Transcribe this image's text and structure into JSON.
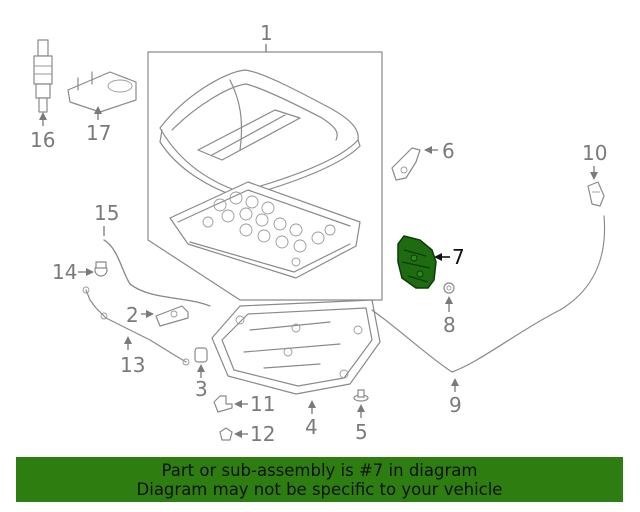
{
  "callouts": {
    "c1": "1",
    "c2": "2",
    "c3": "3",
    "c4": "4",
    "c5": "5",
    "c6": "6",
    "c7": "7",
    "c8": "8",
    "c9": "9",
    "c10": "10",
    "c11": "11",
    "c12": "12",
    "c13": "13",
    "c14": "14",
    "c15": "15",
    "c16": "16",
    "c17": "17"
  },
  "highlight": {
    "color": "#1f6b12",
    "part": "7"
  },
  "banner": {
    "line1": "Part or sub-assembly is #7 in diagram",
    "line2": "Diagram may not be specific to your vehicle",
    "color": "#2e7d11"
  }
}
